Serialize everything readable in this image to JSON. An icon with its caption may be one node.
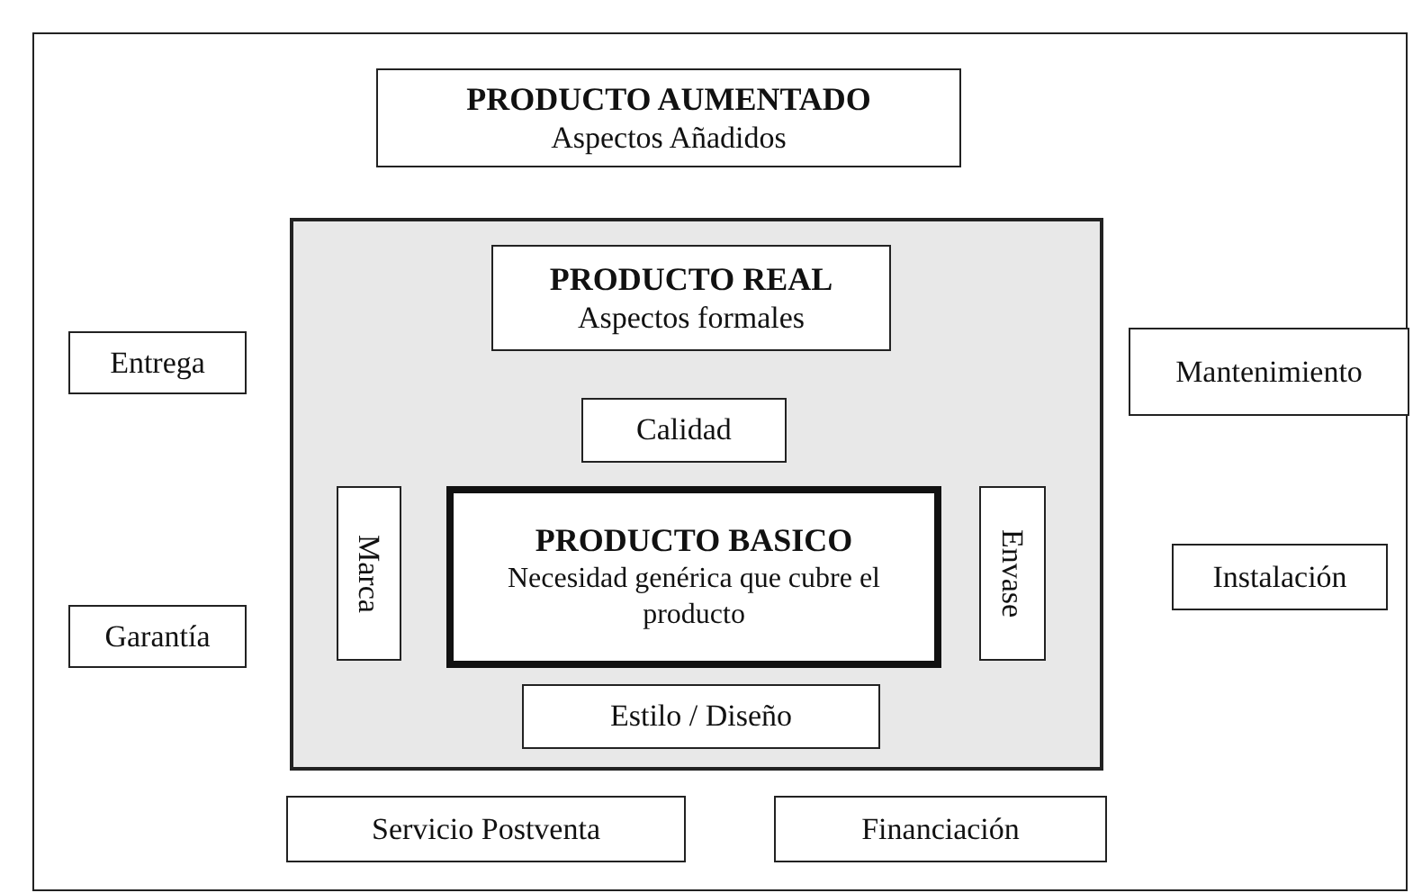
{
  "diagram": {
    "nodes": [
      {
        "text": [],
        "shape": "box"
      },
      {
        "text": [
          "PRODUCTO AUMENTADO",
          "Aspectos Añadidos"
        ],
        "in": 0
      },
      {
        "text": [
          "Entrega"
        ],
        "in": 0
      },
      {
        "text": [
          "Mantenimiento"
        ],
        "in": 0
      },
      {
        "text": [],
        "shape": "box",
        "in": 0
      },
      {
        "text": [
          "PRODUCTO REAL",
          "Aspectos formales"
        ],
        "in": 4
      },
      {
        "text": [
          "Calidad"
        ],
        "in": 4
      },
      {
        "text": [
          "Marca"
        ],
        "in": 4
      },
      {
        "text": [
          "PRODUCTO BASICO",
          "Necesidad genérica que cubre el producto"
        ],
        "in": 4
      },
      {
        "text": [
          "Envase"
        ],
        "in": 4
      },
      {
        "text": [
          "Estilo / Diseño"
        ],
        "in": 4
      },
      {
        "text": [
          "Instalación"
        ],
        "in": 0
      },
      {
        "text": [
          "Garantía"
        ],
        "in": 0
      },
      {
        "text": [
          "Servicio Postventa"
        ],
        "in": 0
      },
      {
        "text": [
          "Financiación"
        ],
        "in": 0
      }
    ],
    "edges": []
  }
}
